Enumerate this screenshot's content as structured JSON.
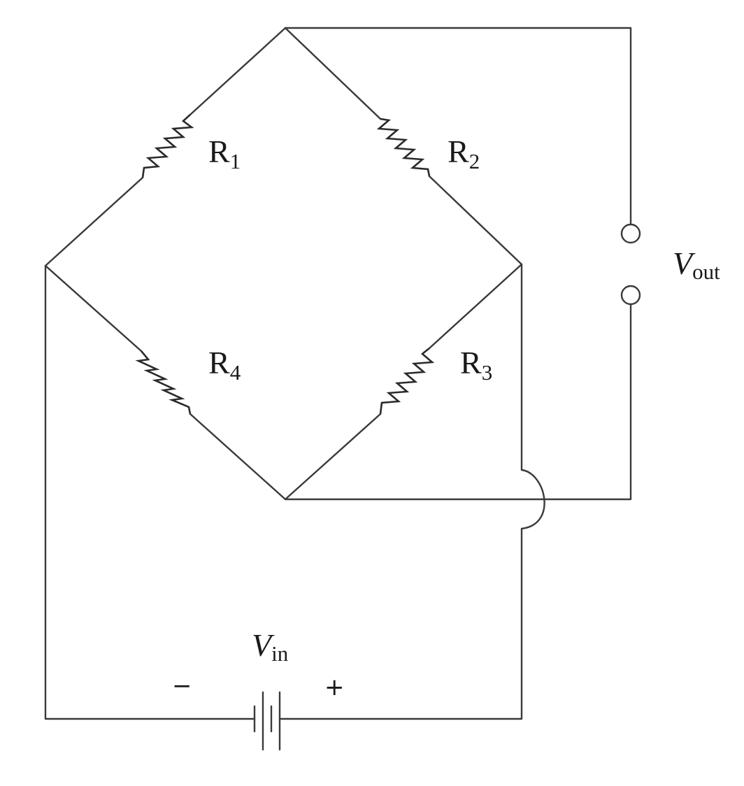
{
  "diagram": {
    "labels": {
      "r1": {
        "main": "R",
        "sub": "1"
      },
      "r2": {
        "main": "R",
        "sub": "2"
      },
      "r3": {
        "main": "R",
        "sub": "3"
      },
      "r4": {
        "main": "R",
        "sub": "4"
      },
      "vout": {
        "main": "V",
        "sub": "out"
      },
      "vin": {
        "main": "V",
        "sub": "in"
      }
    },
    "polarity": {
      "minus": "−",
      "plus": "+"
    },
    "colors": {
      "wire": "#3a3a3a",
      "text": "#1a1a1a",
      "background": "#ffffff"
    }
  }
}
